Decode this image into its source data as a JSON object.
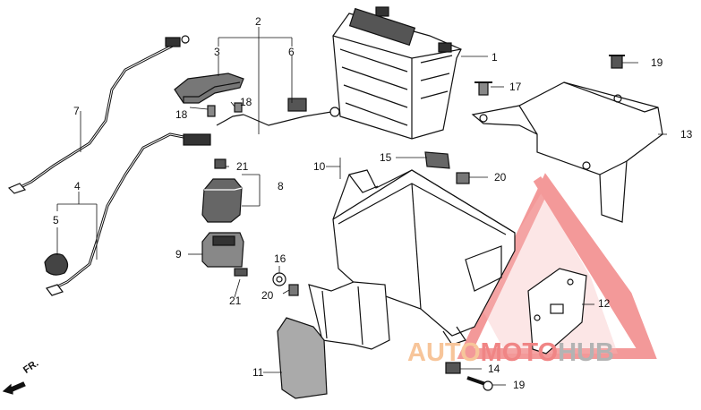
{
  "diagram": {
    "callouts": [
      {
        "id": "c1",
        "text": "1"
      },
      {
        "id": "c2",
        "text": "2"
      },
      {
        "id": "c3",
        "text": "3"
      },
      {
        "id": "c4",
        "text": "4"
      },
      {
        "id": "c5",
        "text": "5"
      },
      {
        "id": "c6",
        "text": "6"
      },
      {
        "id": "c7",
        "text": "7"
      },
      {
        "id": "c8",
        "text": "8"
      },
      {
        "id": "c9",
        "text": "9"
      },
      {
        "id": "c10",
        "text": "10"
      },
      {
        "id": "c11",
        "text": "11"
      },
      {
        "id": "c12",
        "text": "12"
      },
      {
        "id": "c13",
        "text": "13"
      },
      {
        "id": "c14",
        "text": "14"
      },
      {
        "id": "c15",
        "text": "15"
      },
      {
        "id": "c16",
        "text": "16"
      },
      {
        "id": "c17",
        "text": "17"
      },
      {
        "id": "c18a",
        "text": "18"
      },
      {
        "id": "c18b",
        "text": "18"
      },
      {
        "id": "c19a",
        "text": "19"
      },
      {
        "id": "c19b",
        "text": "19"
      },
      {
        "id": "c20a",
        "text": "20"
      },
      {
        "id": "c20b",
        "text": "20"
      },
      {
        "id": "c21a",
        "text": "21"
      },
      {
        "id": "c21b",
        "text": "21"
      }
    ],
    "front_arrow_label": "FR."
  },
  "watermark": {
    "part1": "AUTO",
    "part2": "MOTO",
    "part3": "HUB",
    "colors": {
      "auto": "#f7c59a",
      "moto": "#f08585",
      "hub": "#b3b3b3",
      "triangle": "#f07878"
    }
  }
}
